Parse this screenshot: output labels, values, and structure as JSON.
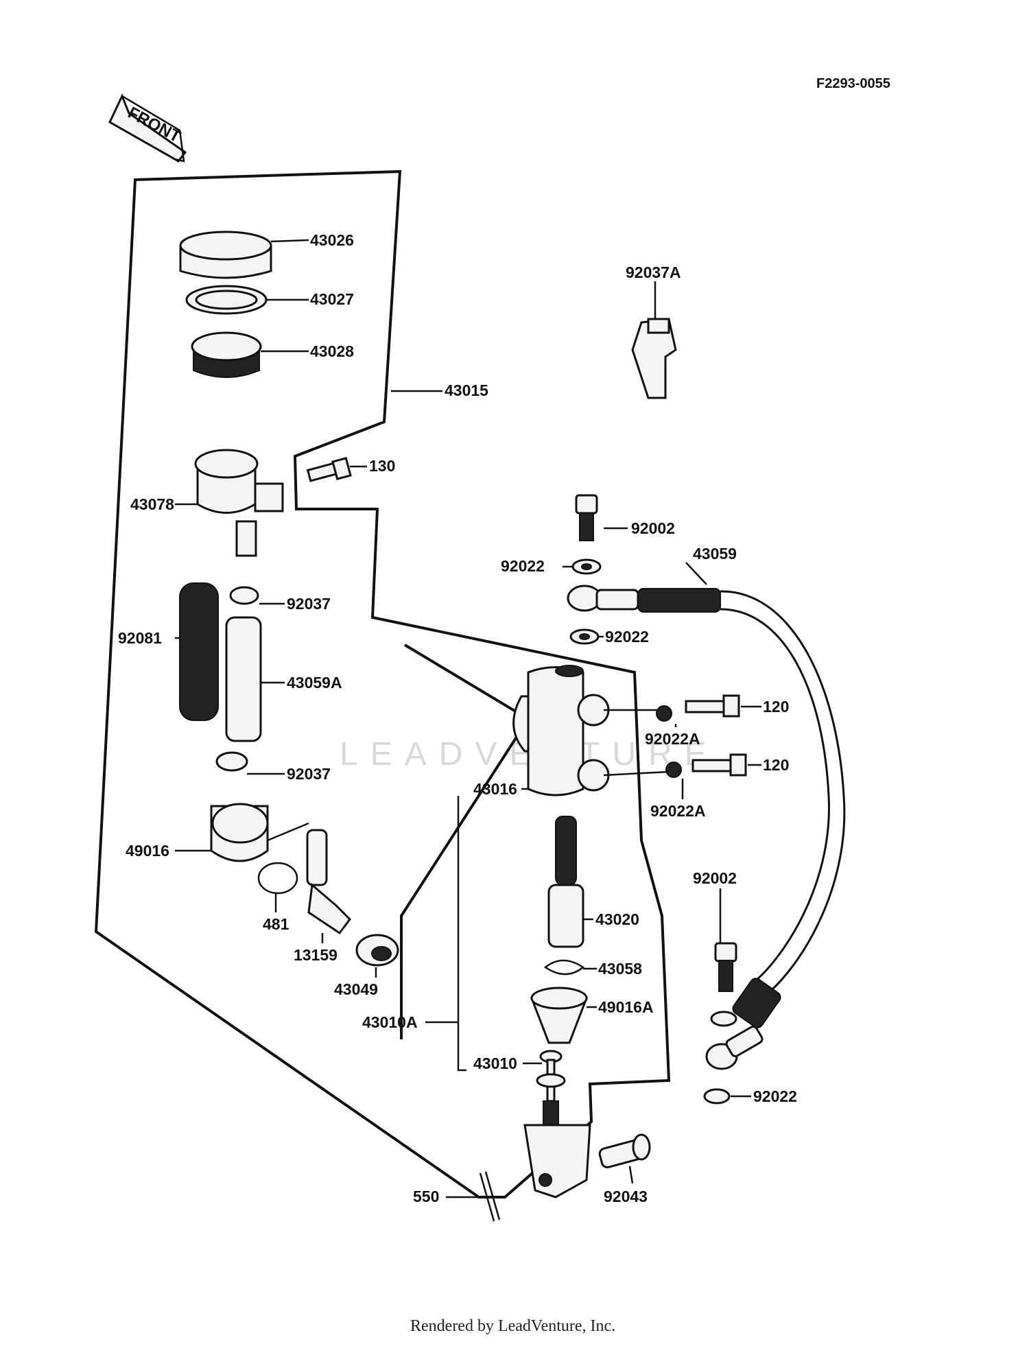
{
  "diagram": {
    "ref_code": "F2293-0055",
    "front_label": "FRONT",
    "watermark": "LEADVENTURE",
    "footer": "Rendered by LeadVenture, Inc.",
    "parts": [
      {
        "id": "p43026",
        "label": "43026"
      },
      {
        "id": "p43027",
        "label": "43027"
      },
      {
        "id": "p43028",
        "label": "43028"
      },
      {
        "id": "p43015",
        "label": "43015"
      },
      {
        "id": "p130",
        "label": "130"
      },
      {
        "id": "p43078",
        "label": "43078"
      },
      {
        "id": "p92037a",
        "label": "92037A"
      },
      {
        "id": "p92002a",
        "label": "92002"
      },
      {
        "id": "p43059",
        "label": "43059"
      },
      {
        "id": "p92022a",
        "label": "92022"
      },
      {
        "id": "p92022b",
        "label": "92022"
      },
      {
        "id": "p92037b",
        "label": "92037"
      },
      {
        "id": "p92081",
        "label": "92081"
      },
      {
        "id": "p43059a",
        "label": "43059A"
      },
      {
        "id": "p120a",
        "label": "120"
      },
      {
        "id": "p92022aa",
        "label": "92022A"
      },
      {
        "id": "p120b",
        "label": "120"
      },
      {
        "id": "p92037c",
        "label": "92037"
      },
      {
        "id": "p43016",
        "label": "43016"
      },
      {
        "id": "p92022ab",
        "label": "92022A"
      },
      {
        "id": "p49016",
        "label": "49016"
      },
      {
        "id": "p92002b",
        "label": "92002"
      },
      {
        "id": "p481",
        "label": "481"
      },
      {
        "id": "p43020",
        "label": "43020"
      },
      {
        "id": "p13159",
        "label": "13159"
      },
      {
        "id": "p43058",
        "label": "43058"
      },
      {
        "id": "p43049",
        "label": "43049"
      },
      {
        "id": "p49016a",
        "label": "49016A"
      },
      {
        "id": "p43010a",
        "label": "43010A"
      },
      {
        "id": "p43010",
        "label": "43010"
      },
      {
        "id": "p92022c",
        "label": "92022"
      },
      {
        "id": "p550",
        "label": "550"
      },
      {
        "id": "p92043",
        "label": "92043"
      }
    ]
  }
}
